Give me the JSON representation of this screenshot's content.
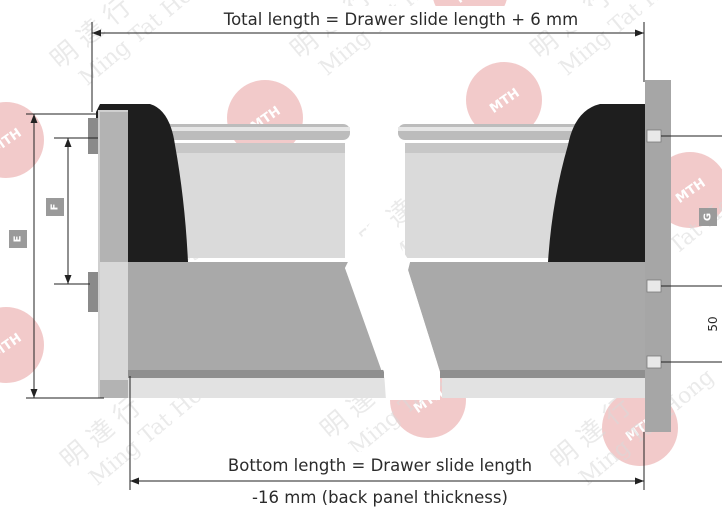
{
  "dimensions": {
    "total_length": "Total length = Drawer slide length + 6 mm",
    "bottom_length_line1": "Bottom length = Drawer slide length",
    "bottom_length_line2": "-16 mm (back panel thickness)",
    "side_offset": "50"
  },
  "labels": {
    "e": "E",
    "f": "F",
    "g": "G"
  },
  "watermark": {
    "logo": "MTH",
    "chinese": "明 達 行",
    "english": "Ming Tat Hong"
  },
  "colors": {
    "panel_gray": "#a6a6a6",
    "panel_dark": "#8c8c8c",
    "side_light": "#d4d4d4",
    "runner_black": "#1e1e1e",
    "rail_silver": "#b8b8b8",
    "label_bg": "#9a9a9a",
    "line": "#222222",
    "watermark_red": "#e8a0a0"
  }
}
